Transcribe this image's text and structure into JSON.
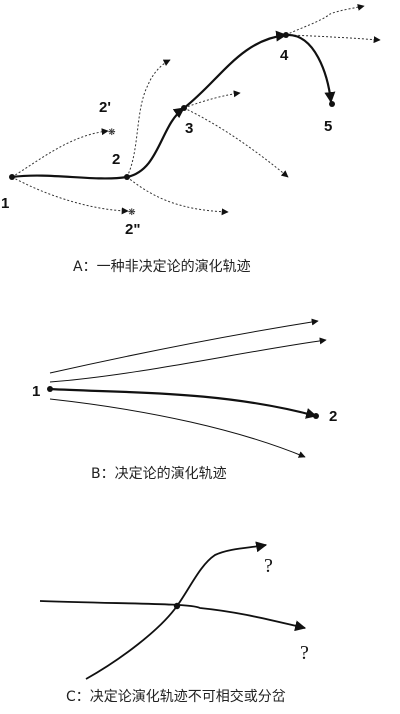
{
  "panel_a": {
    "caption": "A：一种非决定论的演化轨迹",
    "labels": {
      "n1": "1",
      "n2": "2",
      "n2p": "2'",
      "n2pp": "2\"",
      "n3": "3",
      "n4": "4",
      "n5": "5"
    }
  },
  "panel_b": {
    "caption": "B：决定论的演化轨迹",
    "labels": {
      "n1": "1",
      "n2": "2"
    }
  },
  "panel_c": {
    "caption": "C：决定论演化轨迹不可相交或分岔",
    "labels": {
      "q_upper": "?",
      "q_lower": "?"
    }
  }
}
